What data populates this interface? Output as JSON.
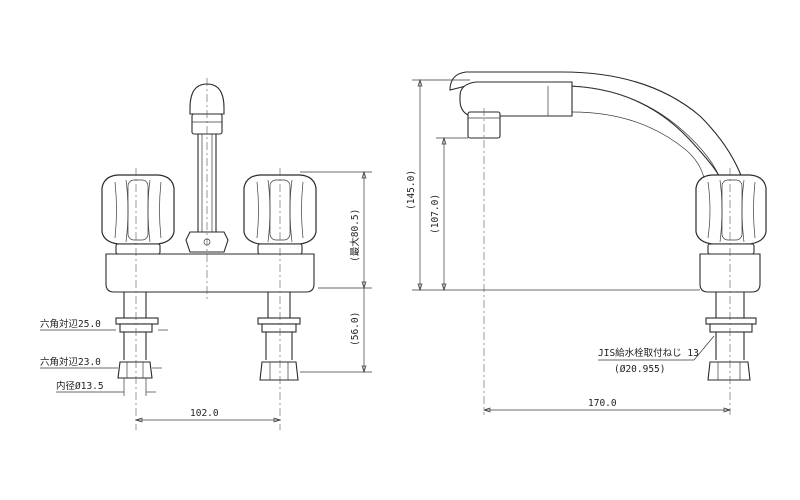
{
  "dimensions": {
    "hex_flats_upper": "六角対辺25.0",
    "hex_flats_lower": "六角対辺23.0",
    "inner_diameter": "内径Ø13.5",
    "center_distance": "102.0",
    "max_height": "(最大80.5)",
    "shank_length": "(56.0)",
    "total_height": "(145.0)",
    "spout_height": "(107.0)",
    "spout_reach": "170.0",
    "thread_spec": "JIS給水栓取付ねじ 13",
    "thread_diameter": "(Ø20.955)"
  },
  "colors": {
    "line": "#2b2b2b",
    "background": "#ffffff"
  }
}
